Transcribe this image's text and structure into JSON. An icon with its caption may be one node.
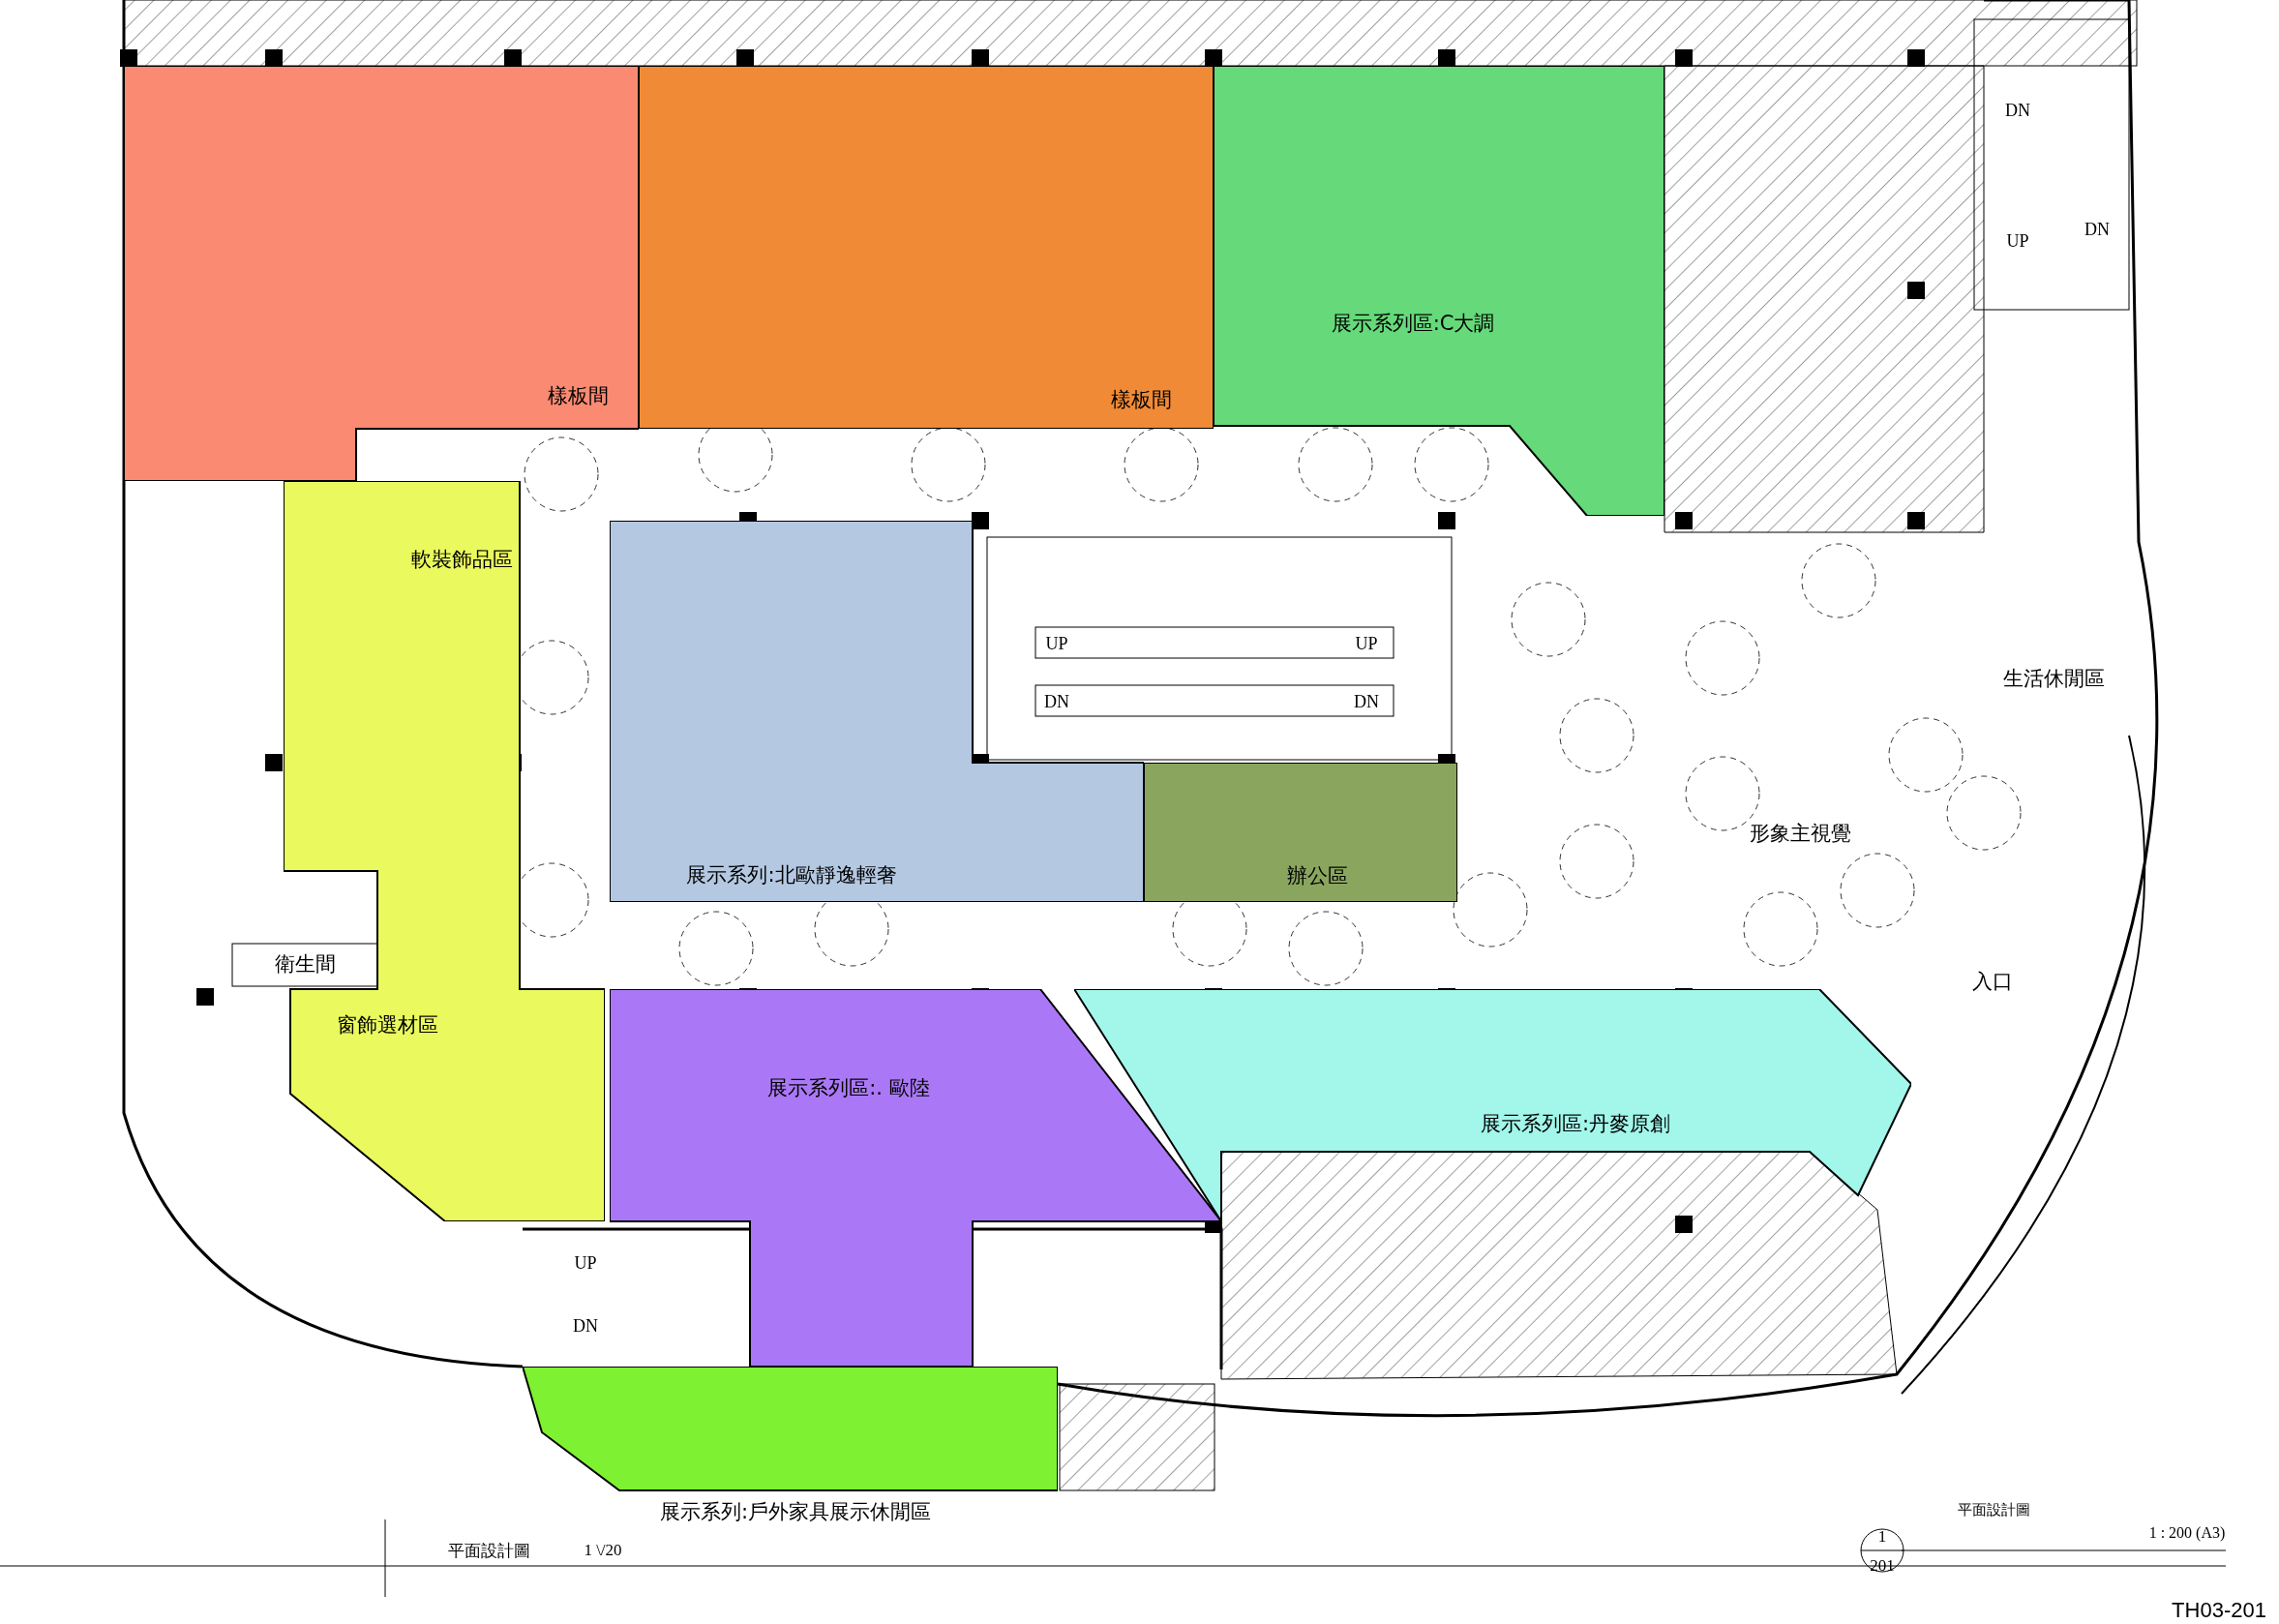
{
  "diagram": {
    "title": "平面設計圖",
    "nodes": [
      {
        "text": [
          "樣板間"
        ]
      },
      {
        "text": [
          "樣板間"
        ]
      },
      {
        "text": [
          "展示系列區:C大調"
        ]
      },
      {
        "text": [
          "軟裝飾品區",
          "窗飾選材區"
        ]
      },
      {
        "text": [
          "展示系列:北歐靜逸輕奢"
        ]
      },
      {
        "text": [
          "辦公區"
        ]
      },
      {
        "text": [
          "展示系列區:. 歐陸"
        ]
      },
      {
        "text": [
          "展示系列區:丹麥原創"
        ]
      },
      {
        "text": [
          "展示系列:戶外家具展示休閒區"
        ]
      }
    ],
    "edges": [],
    "labels": [
      "DN",
      "DN",
      "UP",
      "UP",
      "UP",
      "DN",
      "DN",
      "生活休閒區",
      "形象主視覺",
      "衛生間",
      "入口",
      "UP",
      "DN",
      "1",
      "平面設計圖",
      "201",
      "1 : 200 (A3)",
      "1 \\/20",
      "TH03-201"
    ]
  }
}
